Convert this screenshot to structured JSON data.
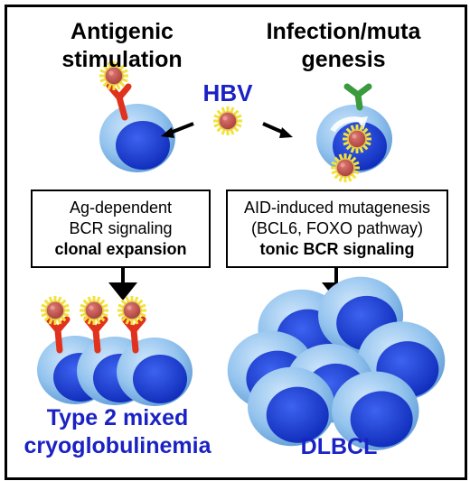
{
  "headings": {
    "left": "Antigenic\nstimulation",
    "right": "Infection/muta\ngenesis"
  },
  "virus_label": "HBV",
  "boxes": {
    "left": {
      "line1": "Ag-dependent",
      "line2": "BCR signaling",
      "line3": "clonal expansion"
    },
    "right": {
      "line1": "AID-induced mutagenesis",
      "line2": "(BCL6, FOXO pathway)",
      "line3": "tonic BCR signaling"
    }
  },
  "outcomes": {
    "left": "Type 2 mixed\ncryoglobulinemia",
    "right": "DLBCL"
  },
  "colors": {
    "cell_outer": "#8cc0ec",
    "cell_nucleus": "#1a3fd8",
    "receptor_red": "#e0321c",
    "receptor_green": "#3a9a3c",
    "virus_core": "#c0504d",
    "virus_spikes": "#f2e33a",
    "label_blue": "#1a22c4"
  },
  "icons": [
    "hbv-virion-icon",
    "b-cell-icon",
    "bcr-receptor-icon",
    "down-arrow-icon",
    "circular-arrow-icon"
  ]
}
